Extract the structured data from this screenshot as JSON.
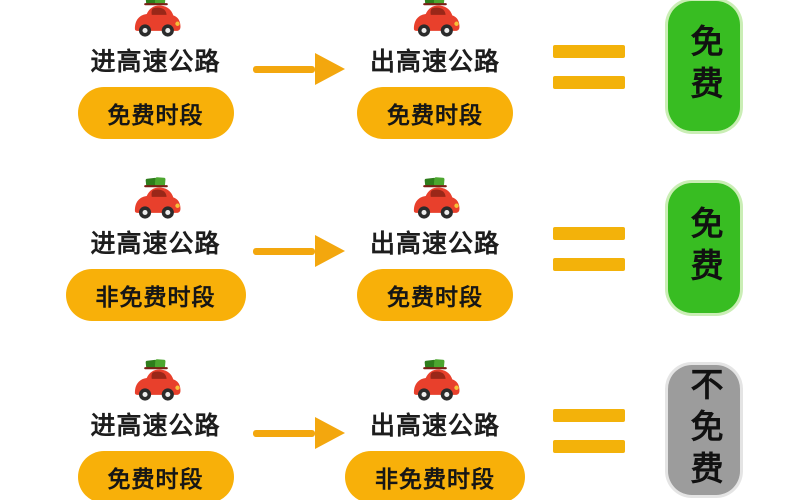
{
  "colors": {
    "yellow_accent": "#F8B009",
    "arrow_yellow": "#F3A70E",
    "free_green": "#38BD22",
    "not_free_gray": "#9C9C9C",
    "text_dark": "#161616",
    "car_red": "#E8402C",
    "cargo_green": "#3E9422"
  },
  "icons": {
    "car": "red-car-with-luggage-icon",
    "arrow": "arrow-right-icon",
    "equals": "equals-sign-icon"
  },
  "rows": [
    {
      "enter": {
        "label": "进高速公路",
        "period": "免费时段"
      },
      "exit": {
        "label": "出高速公路",
        "period": "免费时段"
      },
      "result": {
        "label": "免费",
        "color": "#38BD22"
      }
    },
    {
      "enter": {
        "label": "进高速公路",
        "period": "非免费时段"
      },
      "exit": {
        "label": "出高速公路",
        "period": "免费时段"
      },
      "result": {
        "label": "免费",
        "color": "#38BD22"
      }
    },
    {
      "enter": {
        "label": "进高速公路",
        "period": "免费时段"
      },
      "exit": {
        "label": "出高速公路",
        "period": "非免费时段"
      },
      "result": {
        "label": "不免费",
        "color": "#9C9C9C"
      }
    }
  ]
}
